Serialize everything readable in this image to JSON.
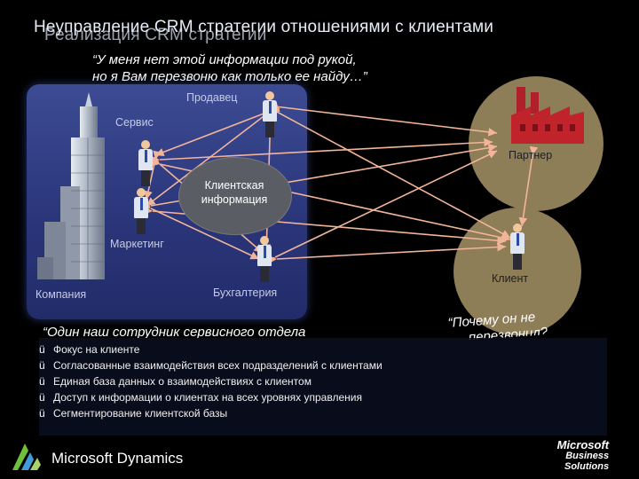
{
  "slide": {
    "title_front": "Неуправление CRM стратегии отношениями с клиентами",
    "title_back": "Реализация CRM стратегии",
    "quote_top": [
      "“У меня нет этой информации под рукой,",
      "но я Вам перезвоню как только ее найду…”"
    ],
    "quote_bottom": "“Один наш сотрудник сервисного отдела",
    "quote_right": [
      "“Почему он не",
      "перезвонил?"
    ],
    "hub_label": [
      "Клиентская",
      "информация"
    ],
    "labels": {
      "seller": "Продавец",
      "service": "Сервис",
      "partner": "Партнер",
      "marketing": "Маркетинг",
      "client": "Клиент",
      "company": "Компания",
      "accounting": "Бухгалтерия"
    },
    "bullets": [
      "Фокус на клиенте",
      "Согласованные взаимодействия всех подразделений с клиентами",
      "Единая база данных о взаимодействиях с клиентом",
      "Доступ к информации о клиентах на всех уровнях управления",
      "Сегментирование клиентской базы"
    ],
    "check_glyph": "ü"
  },
  "footer": {
    "brand": "Microsoft Dynamics",
    "badge": [
      "Microsoft",
      "Business",
      "Solutions"
    ]
  },
  "colors": {
    "panel": "#2a3579",
    "circle": "#8e7e58",
    "arrow": "#f2b59a",
    "hub": "#5a5e64",
    "factory": "#c0242a"
  },
  "icons": [
    "skyscraper-icon",
    "factory-icon",
    "person-icon",
    "check-icon",
    "dynamics-logo-icon"
  ]
}
